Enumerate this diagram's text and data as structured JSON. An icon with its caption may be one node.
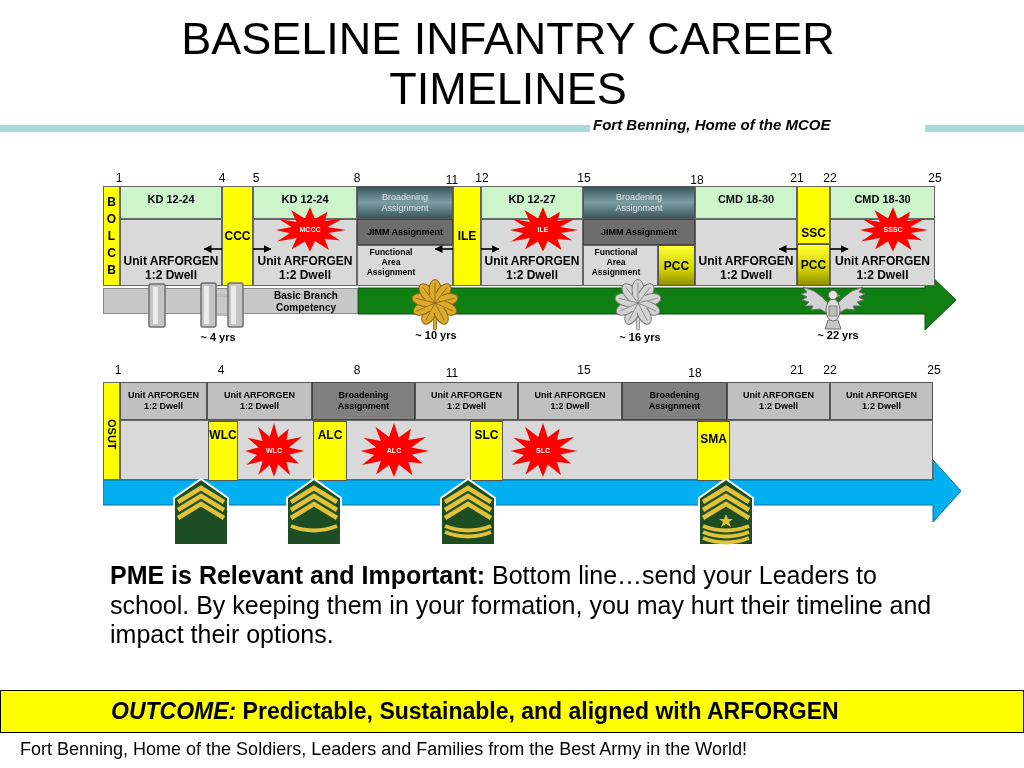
{
  "diagram": {
    "title": "BASELINE INFANTRY CAREER TIMELINES",
    "caption": "Fort Benning, Home of the Soldiers, Leaders and Families from the Best Army in the World!",
    "nodes": [
      {
        "text": [
          "B O L C B"
        ]
      },
      {
        "text": [
          "KD 12-24"
        ]
      },
      {
        "text": [
          "Unit ARFORGEN 1:2 Dwell"
        ]
      },
      {
        "text": [
          "CCC"
        ]
      },
      {
        "text": [
          "KD 12-24"
        ]
      },
      {
        "text": [
          "Unit ARFORGEN 1:2 Dwell"
        ]
      },
      {
        "text": [
          "MCCC"
        ]
      },
      {
        "text": [
          "Broadening Assignment"
        ]
      },
      {
        "text": [
          "JIMM Assignment"
        ]
      },
      {
        "text": [
          "Functional Area Assignment"
        ]
      },
      {
        "text": [
          "ILE"
        ]
      },
      {
        "text": [
          "KD 12-27"
        ]
      },
      {
        "text": [
          "Unit ARFORGEN 1:2 Dwell"
        ]
      },
      {
        "text": [
          "ILE"
        ]
      },
      {
        "text": [
          "Broadening Assignment"
        ]
      },
      {
        "text": [
          "JIMM Assignment"
        ]
      },
      {
        "text": [
          "Functional Area Assignment"
        ]
      },
      {
        "text": [
          "PCC"
        ]
      },
      {
        "text": [
          "CMD 18-30"
        ]
      },
      {
        "text": [
          "Unit ARFORGEN 1:2 Dwell"
        ]
      },
      {
        "text": [
          "SSC"
        ]
      },
      {
        "text": [
          "PCC"
        ]
      },
      {
        "text": [
          "CMD 18-30"
        ]
      },
      {
        "text": [
          "Unit ARFORGEN 1:2 Dwell"
        ]
      },
      {
        "text": [
          "SSSC"
        ]
      },
      {
        "text": [
          "Basic Branch Competency"
        ]
      },
      {
        "text": [
          "OSUT"
        ]
      },
      {
        "text": [
          "Unit ARFORGEN 1:2 Dwell"
        ]
      },
      {
        "text": [
          "Unit ARFORGEN 1:2 Dwell"
        ]
      },
      {
        "text": [
          "Broadening Assignment"
        ]
      },
      {
        "text": [
          "Unit ARFORGEN 1:2 Dwell"
        ]
      },
      {
        "text": [
          "Unit ARFORGEN 1:2 Dwell"
        ]
      },
      {
        "text": [
          "Broadening Assignment"
        ]
      },
      {
        "text": [
          "Unit ARFORGEN 1:2 Dwell"
        ]
      },
      {
        "text": [
          "Unit ARFORGEN 1:2 Dwell"
        ]
      },
      {
        "text": [],
        "shape": "box"
      },
      {
        "text": [
          "WLC"
        ],
        "in": 35
      },
      {
        "text": [
          "WLC"
        ],
        "in": 35
      },
      {
        "text": [
          "ALC"
        ],
        "in": 35
      },
      {
        "text": [
          "ALC"
        ],
        "in": 35
      },
      {
        "text": [
          "SLC"
        ],
        "in": 35
      },
      {
        "text": [
          "SLC"
        ],
        "in": 35
      },
      {
        "text": [
          "SMA"
        ],
        "in": 35
      },
      {
        "text": [
          "*OUTCOME:* Predictable, Sustainable, and aligned with ARFORGEN"
        ]
      }
    ],
    "edges": [
      {
        "from": 3,
        "to": 2,
        "arrow": "to"
      },
      {
        "from": 3,
        "to": 5,
        "arrow": "to"
      },
      {
        "from": 10,
        "to": 9,
        "arrow": "to"
      },
      {
        "from": 10,
        "to": 12,
        "arrow": "to"
      },
      {
        "from": 21,
        "to": 19,
        "arrow": "to"
      },
      {
        "from": 21,
        "to": 23,
        "arrow": "to"
      }
    ],
    "labels": [
      "Fort Benning, Home of the MCOE",
      "1",
      "4",
      "5",
      "8",
      "11",
      "12",
      "15",
      "18",
      "21",
      "22",
      "25",
      "~ 4 yrs",
      "~ 10 yrs",
      "~ 16 yrs",
      "~ 22 yrs",
      "1",
      "4",
      "8",
      "11",
      "15",
      "18",
      "21",
      "22",
      "25",
      "**PME is Relevant and Important:** Bottom line…send your Leaders to school. By keeping them in your formation, you may hurt their timeline and impact their options."
    ]
  }
}
